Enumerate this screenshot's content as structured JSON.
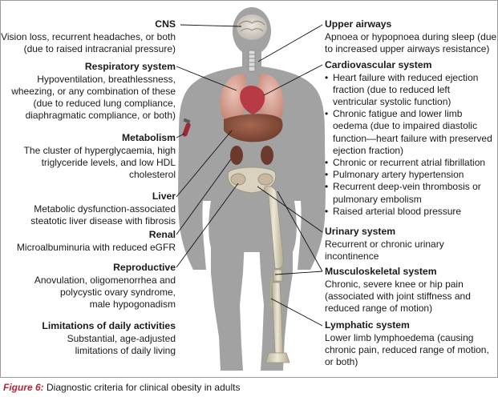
{
  "left_panels": [
    {
      "id": "cns",
      "heading": "CNS",
      "lines": [
        "Vision loss, recurrent headaches, or both",
        "(due to raised intracranial pressure)"
      ]
    },
    {
      "id": "respiratory",
      "heading": "Respiratory system",
      "lines": [
        "Hypoventilation, breathlessness,",
        "wheezing, or any combination of these",
        "(due to reduced lung compliance,",
        "diaphragmatic compliance, or both)"
      ]
    },
    {
      "id": "metabolism",
      "heading": "Metabolism",
      "lines": [
        "The cluster of hyperglycaemia, high",
        "triglyceride levels, and low HDL",
        "cholesterol"
      ]
    },
    {
      "id": "liver",
      "heading": "Liver",
      "lines": [
        "Metabolic dysfunction-associated",
        "steatotic liver disease with fibrosis"
      ]
    },
    {
      "id": "renal",
      "heading": "Renal",
      "lines": [
        "Microalbuminuria with reduced eGFR"
      ]
    },
    {
      "id": "reproductive",
      "heading": "Reproductive",
      "lines": [
        "Anovulation, oligomenorrhea and",
        "polycystic ovary syndrome,",
        "male hypogonadism"
      ]
    },
    {
      "id": "daily",
      "heading": "Limitations of daily activities",
      "lines": [
        "Substantial, age-adjusted",
        "limitations of daily living"
      ]
    }
  ],
  "right_panels": [
    {
      "id": "airways",
      "heading": "Upper airways",
      "lines": [
        "Apnoea or hypopnoea during sleep (due",
        "to increased upper airways resistance)"
      ]
    },
    {
      "id": "cardio",
      "heading": "Cardiovascular system",
      "bullets": [
        [
          "Heart failure with reduced ejection",
          "fraction (due to reduced left",
          "ventricular systolic function)"
        ],
        [
          "Chronic fatigue and lower limb",
          "oedema (due to impaired diastolic",
          "function—heart failure with preserved",
          "ejection fraction)"
        ],
        [
          "Chronic or recurrent atrial fibrillation"
        ],
        [
          "Pulmonary artery hypertension"
        ],
        [
          "Recurrent deep-vein thrombosis or",
          "pulmonary embolism"
        ],
        [
          "Raised arterial blood pressure"
        ]
      ]
    },
    {
      "id": "urinary",
      "heading": "Urinary system",
      "lines": [
        "Recurrent or chronic urinary",
        "incontinence"
      ]
    },
    {
      "id": "msk",
      "heading": "Musculoskeletal system",
      "lines": [
        "Chronic, severe knee or hip pain",
        "(associated with joint stiffness and",
        "reduced range of motion)"
      ]
    },
    {
      "id": "lymphatic",
      "heading": "Lymphatic system",
      "lines": [
        "Lower limb lymphoedema (causing",
        "chronic pain, reduced range of motion,",
        "or both)"
      ]
    }
  ],
  "caption": {
    "figure": "Figure 6:",
    "title": "Diagnostic criteria for clinical obesity in adults"
  },
  "colors": {
    "silhouette": "#a2a2a2",
    "lungs": "#d9a597",
    "heart": "#b83a45",
    "liver": "#7f4b38",
    "kidneys": "#6b3a2c",
    "bones": "#e3ddc9",
    "leader": "#111111",
    "caption_accent": "#b0283a"
  }
}
